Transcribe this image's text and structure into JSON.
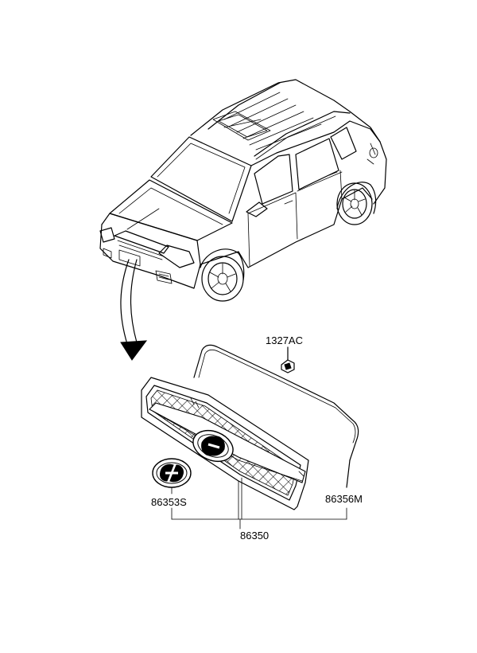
{
  "labels": {
    "clip": "1327AC",
    "emblem": "86353S",
    "molding": "86356M",
    "assembly": "86350"
  },
  "colors": {
    "ink": "#000000",
    "background": "#ffffff"
  }
}
